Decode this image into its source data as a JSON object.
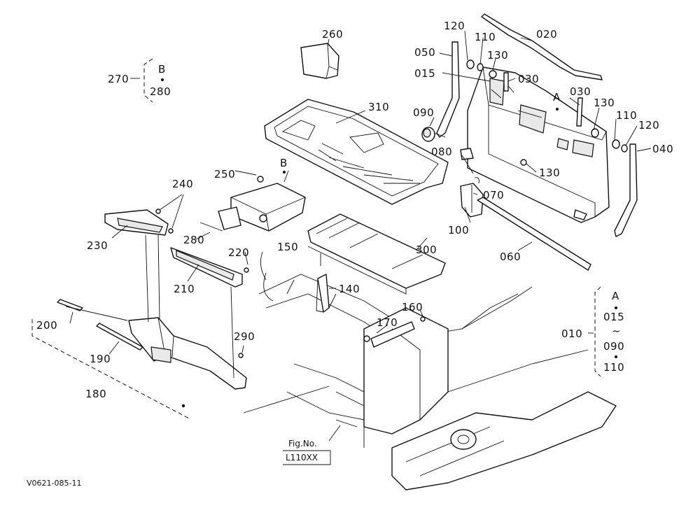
{
  "part_labels": {
    "p010": "010",
    "p015": "015",
    "p020": "020",
    "p030a": "030",
    "p030b": "030",
    "p040": "040",
    "p050": "050",
    "p060": "060",
    "p070": "070",
    "p080": "080",
    "p090": "090",
    "p100": "100",
    "p110a": "110",
    "p110b": "110",
    "p120a": "120",
    "p120b": "120",
    "p130a": "130",
    "p130b": "130",
    "p130c": "130",
    "p140": "140",
    "p150": "150",
    "p160": "160",
    "p170": "170",
    "p180": "180",
    "p190": "190",
    "p200": "200",
    "p210": "210",
    "p220": "220",
    "p230": "230",
    "p240": "240",
    "p250": "250",
    "p260": "260",
    "p270": "270",
    "p280": "280",
    "p290": "290",
    "p300": "300",
    "p310": "310"
  },
  "markers": {
    "a": "A",
    "b": "B"
  },
  "group_270": {
    "letter": "B",
    "item": "280"
  },
  "group_010": {
    "letter": "A",
    "first": "015",
    "range_mark": "~",
    "last": "090",
    "extra": "110"
  },
  "figure_ref": {
    "line1": "Fig.No.",
    "line2": "L110XX"
  },
  "drawing_code": "V0621-085-11"
}
